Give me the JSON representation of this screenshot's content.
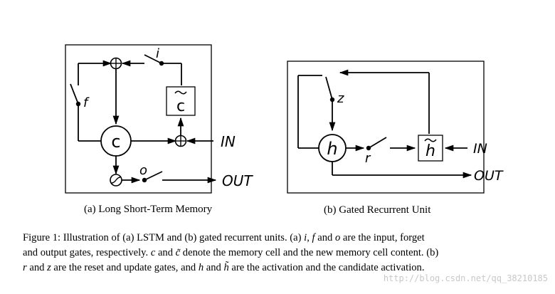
{
  "lstm": {
    "labels": {
      "cell": "c",
      "cand": "c",
      "input_gate": "i",
      "forget_gate": "f",
      "output_gate": "o",
      "in": "IN",
      "out": "OUT"
    },
    "subcaption": "(a) Long Short-Term Memory"
  },
  "gru": {
    "labels": {
      "act": "h",
      "cand": "h",
      "update_gate": "z",
      "reset_gate": "r",
      "in": "IN",
      "out": "OUT"
    },
    "subcaption": "(b) Gated Recurrent Unit"
  },
  "caption": {
    "line1": {
      "a": "Figure 1:   Illustration of (a) LSTM and (b) gated recurrent units. (a) ",
      "v1": "i",
      "b": ", ",
      "v2": "f",
      "c": " and ",
      "v3": "o",
      "d": " are the input, forget"
    },
    "line2": {
      "a": "and output gates, respectively. ",
      "v1": "c",
      "b": " and ",
      "v2": "c̃",
      "c": " denote the memory cell and the new memory cell content. (b)"
    },
    "line3": {
      "v1": "r",
      "a": " and ",
      "v2": "z",
      "b": " are the reset and update gates, and ",
      "v3": "h",
      "c": " and ",
      "v4": "h̃",
      "d": " are the activation and the candidate activation."
    }
  },
  "watermark": "http://blog.csdn.net/qq_38210185"
}
